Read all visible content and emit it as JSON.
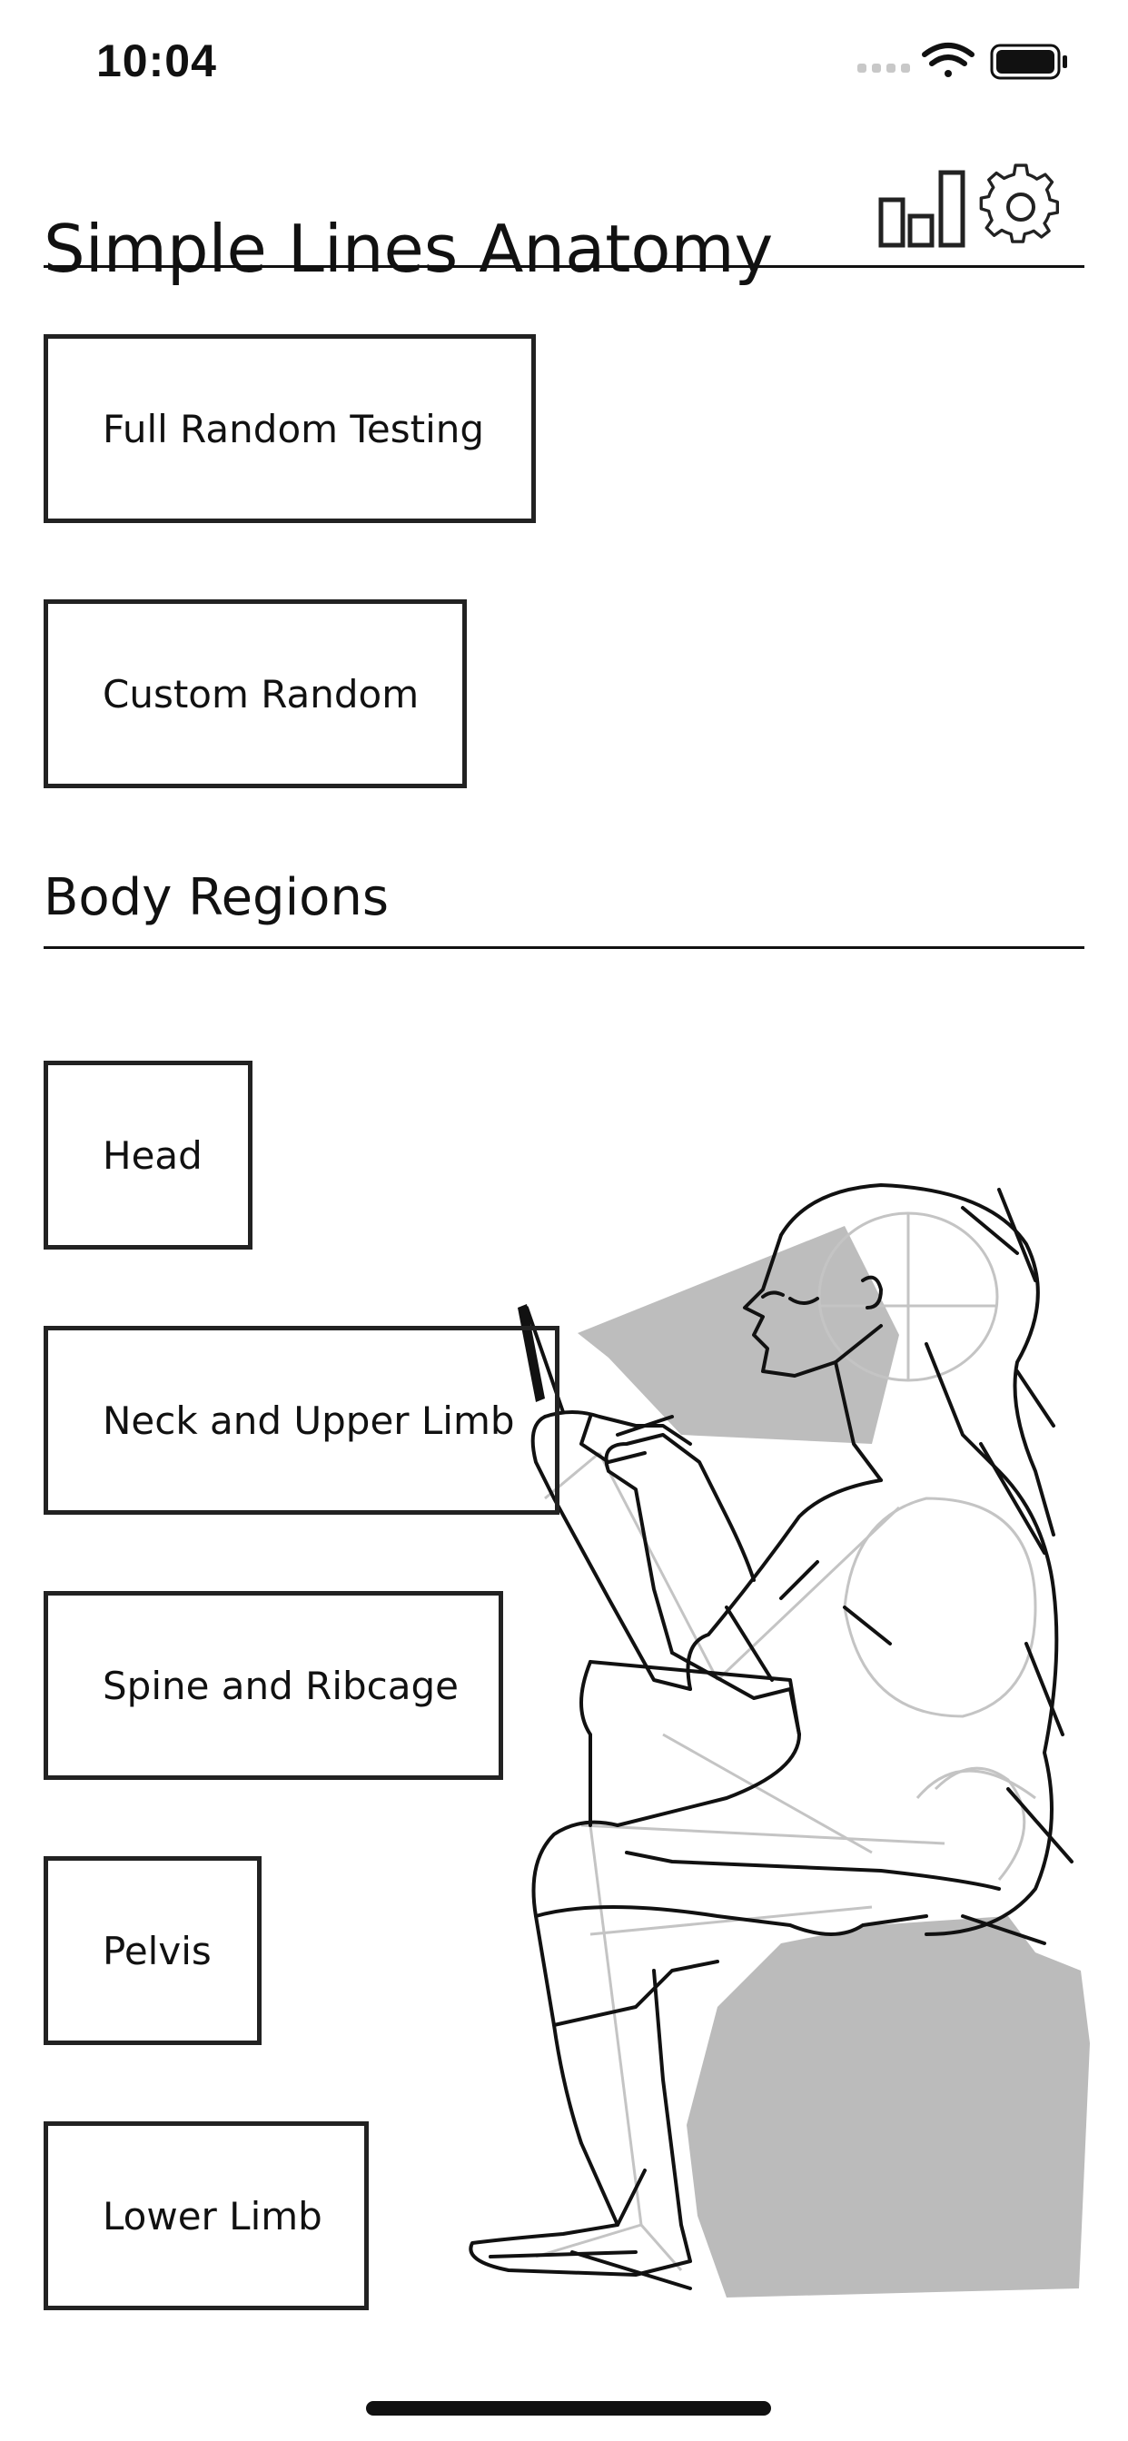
{
  "status_bar": {
    "time": "10:04",
    "icons": [
      "signal-icon",
      "wifi-icon",
      "battery-icon"
    ]
  },
  "header": {
    "title": "Simple Lines Anatomy",
    "icons": [
      "bar-chart-icon",
      "gear-icon"
    ]
  },
  "modes": {
    "full_random": "Full Random Testing",
    "custom_random": "Custom Random"
  },
  "body_regions": {
    "title": "Body Regions",
    "items": [
      {
        "label": "Head"
      },
      {
        "label": "Neck and Upper Limb"
      },
      {
        "label": "Spine and Ribcage"
      },
      {
        "label": "Pelvis"
      },
      {
        "label": "Lower Limb"
      }
    ]
  },
  "colors": {
    "text": "#111111",
    "border": "#222222",
    "shade": "#bbbbbb",
    "skeleton_line": "#bdbdbd",
    "background": "#ffffff"
  }
}
